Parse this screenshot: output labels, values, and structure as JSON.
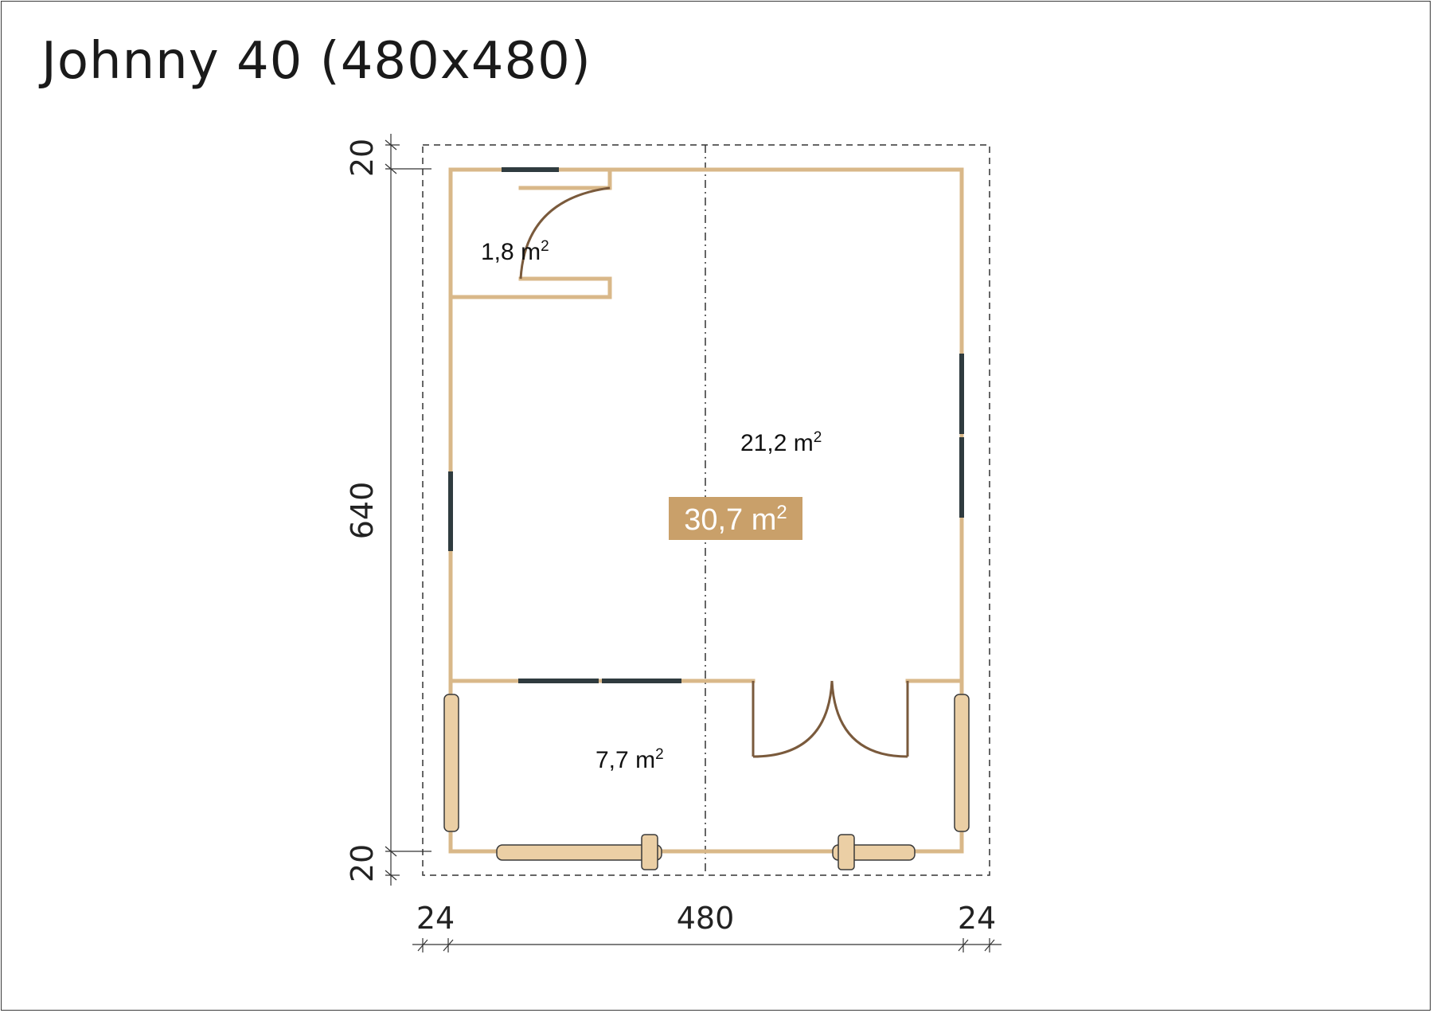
{
  "title": "Johnny 40 (480x480)",
  "dimensions": {
    "top_overhang": "20",
    "height": "640",
    "bottom_overhang": "20",
    "left_overhang": "24",
    "width": "480",
    "right_overhang": "24"
  },
  "rooms": {
    "storage": {
      "value": "1,8",
      "unit": "m"
    },
    "main": {
      "value": "21,2",
      "unit": "m"
    },
    "porch": {
      "value": "7,7",
      "unit": "m"
    }
  },
  "total_area": {
    "value": "30,7",
    "unit": "m"
  },
  "area_exponent": "2",
  "colors": {
    "wall": "#d9b889",
    "badge": "#c9a06a",
    "window": "#2f3b3f",
    "door_arc": "#7a5a3c",
    "dimension_line": "#333333"
  }
}
